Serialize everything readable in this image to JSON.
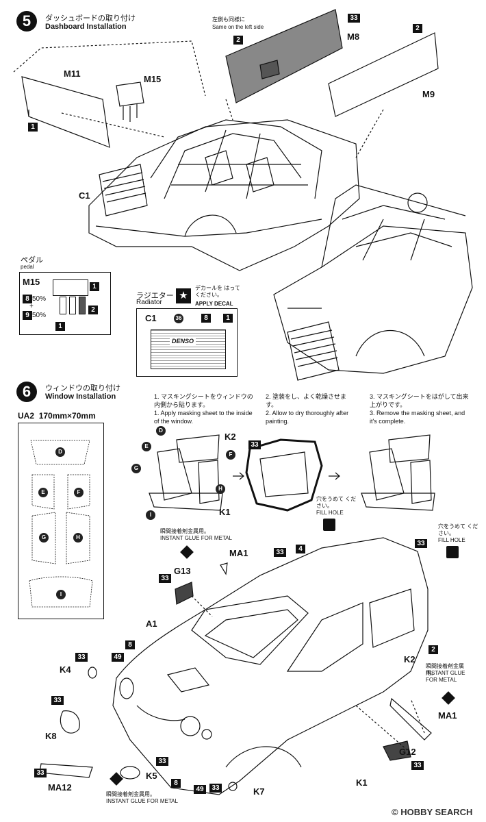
{
  "step5": {
    "number": "5",
    "title_jp": "ダッシュボードの取り付け",
    "title_en": "Dashboard Installation",
    "note_left_jp": "左側も同様に",
    "note_left_en": "Same on the left side",
    "parts": {
      "m8": "M8",
      "m9": "M9",
      "m11": "M11",
      "m15": "M15",
      "c1": "C1"
    },
    "tags": {
      "n33": "33",
      "n2a": "2",
      "n2b": "2",
      "n1": "1"
    },
    "pedal": {
      "label_jp": "ペダル",
      "label_en": "pedal",
      "part": "M15",
      "tag1": "1",
      "tag2": "2",
      "tag3": "1",
      "mix1_num": "8",
      "mix1_text": "50%",
      "plus": "+",
      "mix2_num": "9",
      "mix2_text": "50%"
    },
    "radiator": {
      "label_jp": "ラジエター",
      "label_en": "Radiator",
      "part": "C1",
      "decal_jp": "デカールを はってください。",
      "decal_en": "APPLY DECAL",
      "decal_num": "36",
      "tag8": "8",
      "tag1": "1",
      "brand": "DENSO"
    }
  },
  "step6": {
    "number": "6",
    "title_jp": "ウィンドウの取り付け",
    "title_en": "Window Installation",
    "sheet": {
      "label": "UA2",
      "size": "170mm×70mm",
      "windows": [
        "D",
        "E",
        "F",
        "G",
        "H",
        "I"
      ]
    },
    "instructions": [
      {
        "jp": "1. マスキングシートをウィンドウの内側から貼ります。",
        "en": "1. Apply masking sheet to the inside of the window."
      },
      {
        "jp": "2. 塗装をし、よく乾燥させます。",
        "en": "2. Allow to dry thoroughly after painting."
      },
      {
        "jp": "3. マスキングシートをはがして出来上がりです。",
        "en": "3. Remove the masking sheet, and it's complete."
      }
    ],
    "window_labels": {
      "k2": "K2",
      "k1": "K1",
      "d": "D",
      "e": "E",
      "f": "F",
      "g": "G",
      "h": "H",
      "i": "I"
    },
    "fill_hole_jp": "穴をうめて ください。",
    "fill_hole_en": "FILL HOLE",
    "glue_jp": "瞬間接着剤金属用。",
    "glue_en": "INSTANT GLUE FOR METAL",
    "body_parts": {
      "ma1a": "MA1",
      "ma1b": "MA1",
      "g13": "G13",
      "g12": "G12",
      "a1": "A1",
      "k4": "K4",
      "k8": "K8",
      "k5": "K5",
      "k7": "K7",
      "k2": "K2",
      "k1": "K1",
      "ma12": "MA12"
    },
    "tags": {
      "n33": "33",
      "n8": "8",
      "n49": "49",
      "n4": "4",
      "n2": "2"
    }
  },
  "watermark": "HOBBY SEARCH",
  "copyright": "©"
}
